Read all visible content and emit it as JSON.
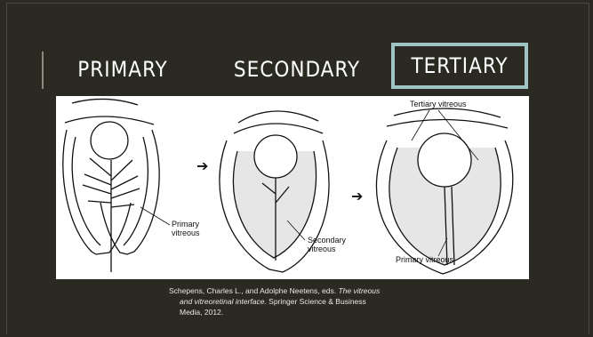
{
  "headings": {
    "primary": "PRIMARY",
    "secondary": "SECONDARY",
    "tertiary": "TERTIARY"
  },
  "figure": {
    "labels": {
      "primary_vitreous": [
        "Primary",
        "vitreous"
      ],
      "secondary_vitreous": [
        "Secondary",
        "vitreous"
      ],
      "tertiary_vitreous": "Tertiary vitreous",
      "primary_vitreous_stage3": "Primary vitreous"
    },
    "arrow": "➔"
  },
  "citation": {
    "part1": "Schepens, Charles L., and Adolphe Neetens, eds. ",
    "title1": "The vitreous",
    "title2": "and vitreoretinal interface",
    "part2": ". Springer Science & Business",
    "part3": "Media, 2012."
  },
  "colors": {
    "background": "#2b2a22",
    "heading_text": "#ffffff",
    "highlight_border": "#9fc4c4"
  }
}
